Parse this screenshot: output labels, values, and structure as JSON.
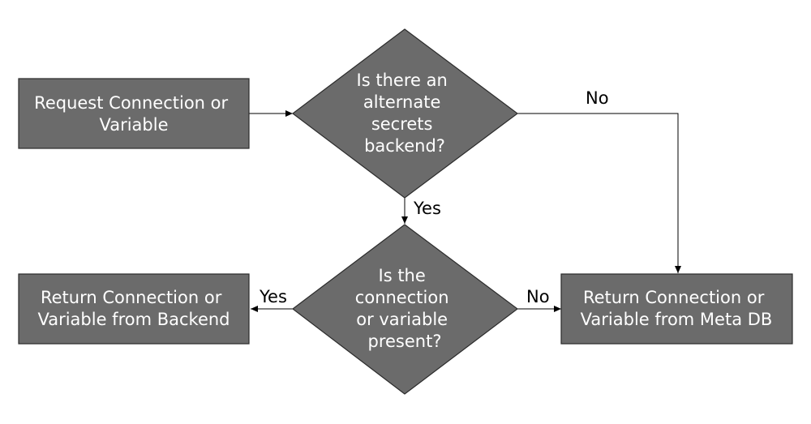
{
  "diagram": {
    "nodes": {
      "request": {
        "lines": [
          "Request Connection or",
          "Variable"
        ]
      },
      "alt_backend": {
        "lines": [
          "Is there an",
          "alternate",
          "secrets",
          "backend?"
        ]
      },
      "present": {
        "lines": [
          "Is the",
          "connection",
          "or variable",
          "present?"
        ]
      },
      "from_backend": {
        "lines": [
          "Return Connection or",
          "Variable from Backend"
        ]
      },
      "from_metadb": {
        "lines": [
          "Return Connection or",
          "Variable from Meta DB"
        ]
      }
    },
    "edges": {
      "alt_no": "No",
      "alt_yes": "Yes",
      "present_yes": "Yes",
      "present_no": "No"
    },
    "colors": {
      "shape_fill": "#6b6b6b",
      "shape_stroke": "#2b2b2b",
      "text": "#ffffff",
      "line": "#000000"
    }
  }
}
